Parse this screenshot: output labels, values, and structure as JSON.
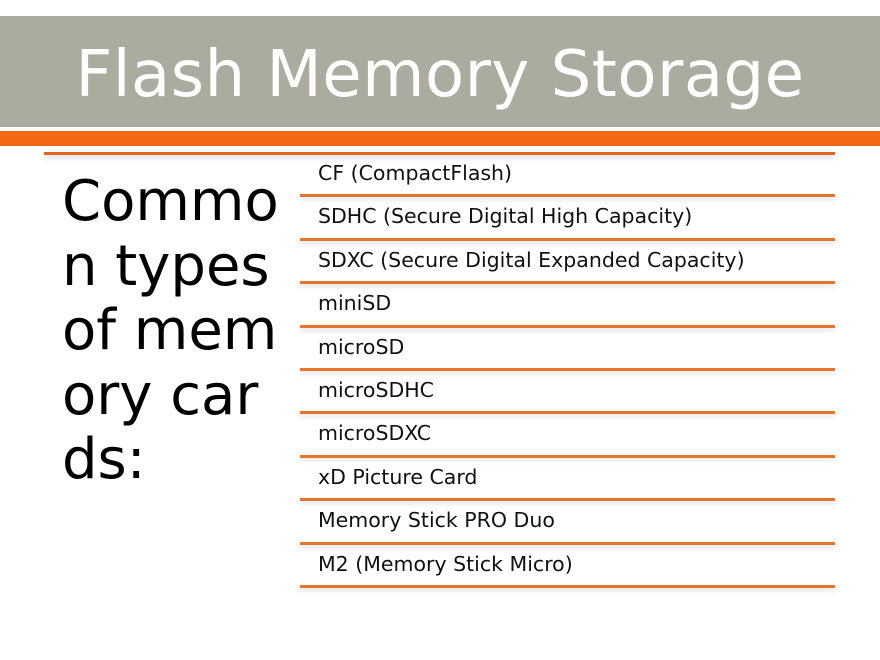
{
  "slide": {
    "title": "Flash Memory Storage",
    "heading": "Common types of memory cards:",
    "items": [
      {
        "label": "CF (CompactFlash)"
      },
      {
        "label": "SDHC (Secure Digital High Capacity)"
      },
      {
        "label": "SDXC (Secure Digital Expanded Capacity)"
      },
      {
        "label": "miniSD"
      },
      {
        "label": "microSD"
      },
      {
        "label": "microSDHC"
      },
      {
        "label": "microSDXC"
      },
      {
        "label": "xD Picture Card"
      },
      {
        "label": "Memory Stick PRO Duo"
      },
      {
        "label": "M2 (Memory Stick Micro)"
      }
    ]
  },
  "colors": {
    "title_band": "#abac9f",
    "accent": "#f26711",
    "separator": "#e8732a",
    "title_text": "#ffffff"
  }
}
